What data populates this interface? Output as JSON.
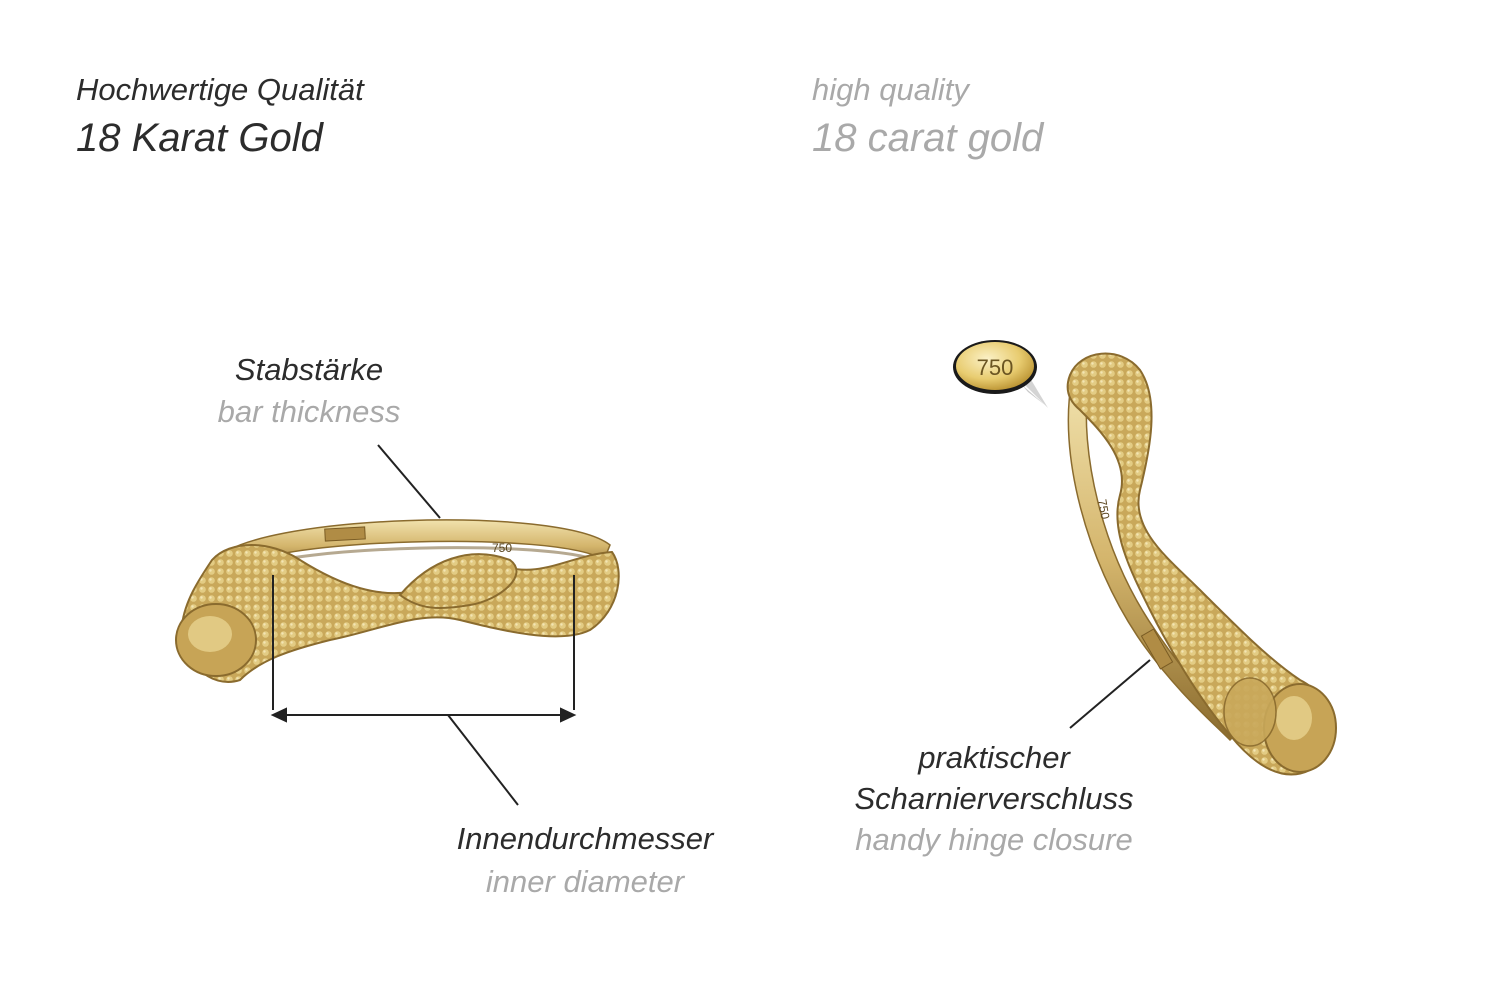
{
  "header": {
    "de_line1": "Hochwertige Qualität",
    "de_line2": "18 Karat Gold",
    "en_line1": "high quality",
    "en_line2": "18 carat gold"
  },
  "labels": {
    "bar_thickness_de": "Stabstärke",
    "bar_thickness_en": "bar thickness",
    "inner_diameter_de": "Innendurchmesser",
    "inner_diameter_en": "inner diameter",
    "hinge_de_line1": "praktischer",
    "hinge_de_line2": "Scharnierverschluss",
    "hinge_en": "handy hinge closure"
  },
  "stamps": {
    "badge": "750",
    "ring_front": "750",
    "ring_side": "750"
  },
  "colors": {
    "text_dark": "#2c2c2c",
    "text_grey": "#a9a9a9",
    "gold_light": "#e6d08a",
    "gold_mid": "#c9a85a",
    "gold_dark": "#8a6b2e",
    "line": "#222222"
  }
}
